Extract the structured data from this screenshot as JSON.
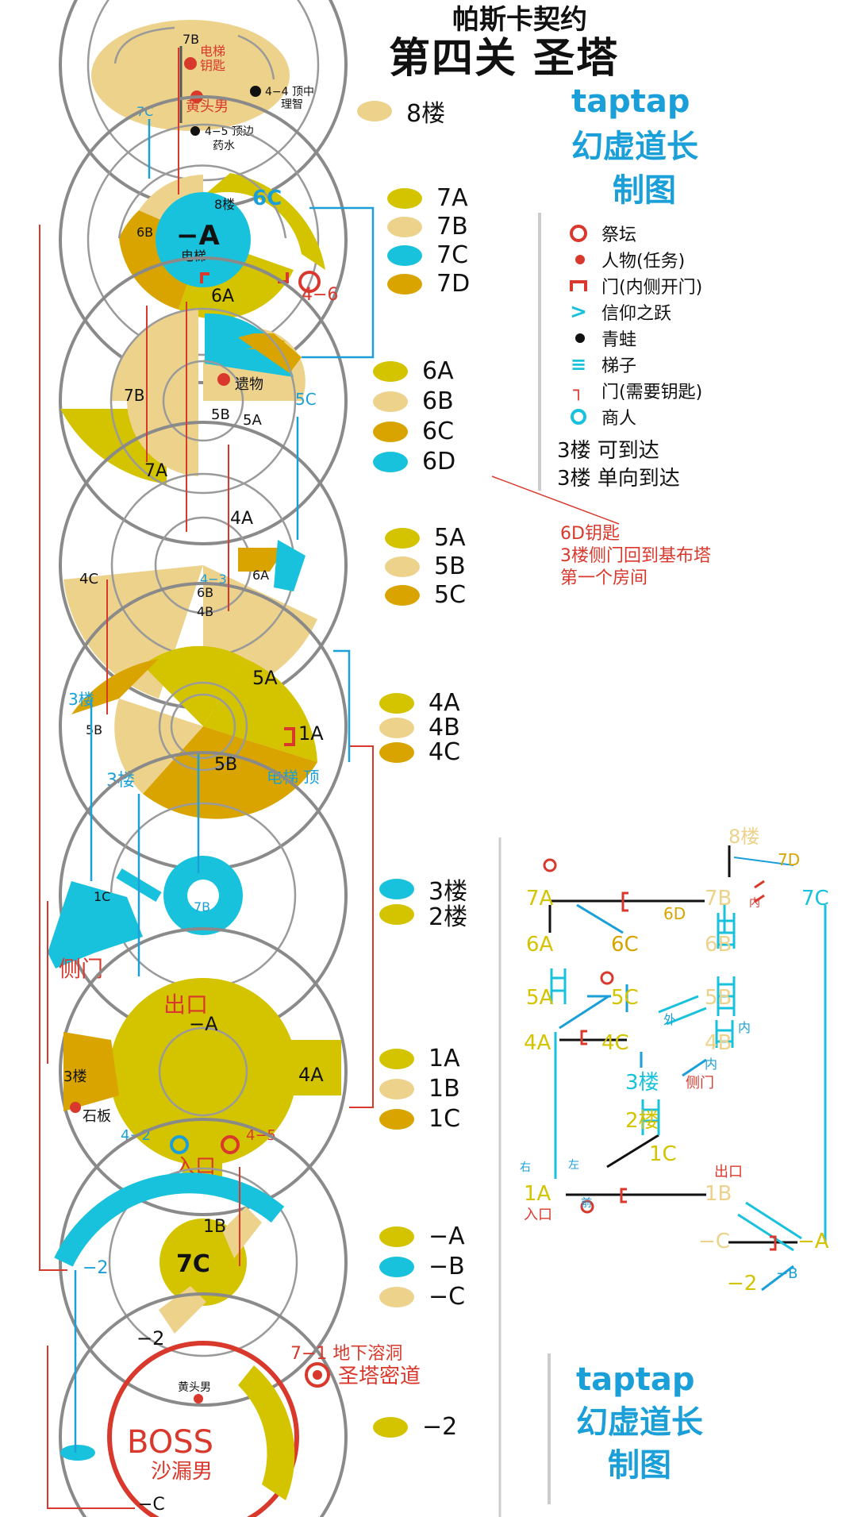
{
  "header": {
    "subtitle": "帕斯卡契约",
    "title": "第四关 圣塔",
    "credit_top": [
      "taptap",
      "幻虚道长",
      "制图"
    ],
    "credit_bottom": [
      "taptap",
      "幻虚道长",
      "制图"
    ]
  },
  "colors": {
    "yellow": "#d4c400",
    "beige": "#edd28b",
    "gold": "#d9a400",
    "cyan": "#19c2dc",
    "red": "#d9382c",
    "blue": "#1a9fd8",
    "ring": "#8a8a8a"
  },
  "legend_floors": [
    {
      "items": [
        {
          "label": "8楼",
          "color": "beige"
        }
      ]
    },
    {
      "items": [
        {
          "label": "7A",
          "color": "yellow"
        },
        {
          "label": "7B",
          "color": "beige"
        },
        {
          "label": "7C",
          "color": "cyan"
        },
        {
          "label": "7D",
          "color": "gold"
        }
      ]
    },
    {
      "items": [
        {
          "label": "6A",
          "color": "yellow"
        },
        {
          "label": "6B",
          "color": "beige"
        },
        {
          "label": "6C",
          "color": "gold"
        },
        {
          "label": "6D",
          "color": "cyan"
        }
      ]
    },
    {
      "items": [
        {
          "label": "5A",
          "color": "yellow"
        },
        {
          "label": "5B",
          "color": "beige"
        },
        {
          "label": "5C",
          "color": "gold"
        }
      ]
    },
    {
      "items": [
        {
          "label": "4A",
          "color": "yellow"
        },
        {
          "label": "4B",
          "color": "beige"
        },
        {
          "label": "4C",
          "color": "gold"
        }
      ]
    },
    {
      "items": [
        {
          "label": "3楼",
          "color": "cyan"
        },
        {
          "label": "2楼",
          "color": "yellow"
        }
      ]
    },
    {
      "items": [
        {
          "label": "1A",
          "color": "yellow"
        },
        {
          "label": "1B",
          "color": "beige"
        },
        {
          "label": "1C",
          "color": "gold"
        }
      ]
    },
    {
      "items": [
        {
          "label": "−A",
          "color": "yellow"
        },
        {
          "label": "−B",
          "color": "cyan"
        },
        {
          "label": "−C",
          "color": "beige"
        }
      ]
    },
    {
      "items": [
        {
          "label": "−2",
          "color": "yellow"
        }
      ]
    }
  ],
  "symbols": [
    {
      "icon": "altar-icon",
      "label": "祭坛"
    },
    {
      "icon": "npc-icon",
      "label": "人物(任务)"
    },
    {
      "icon": "inner-door-icon",
      "label": "门(内侧开门)"
    },
    {
      "icon": "leap-icon",
      "label": "信仰之跃"
    },
    {
      "icon": "frog-icon",
      "label": "青蛙"
    },
    {
      "icon": "ladder-icon",
      "label": "梯子"
    },
    {
      "icon": "key-door-icon",
      "label": "门(需要钥匙)"
    },
    {
      "icon": "merchant-icon",
      "label": "商人"
    }
  ],
  "reach": {
    "reachable": "3楼 可到达",
    "oneway": "3楼 单向到达"
  },
  "note_6d": [
    "6D钥匙",
    "3楼侧门回到基布塔",
    "第一个房间"
  ],
  "map_labels": {
    "f8": [
      "7B",
      "电梯",
      "钥匙",
      "黄头男",
      "4−4 顶中",
      "理智",
      "4−5 顶边",
      "药水",
      "7C"
    ],
    "f7": [
      "8楼",
      "6C",
      "6B",
      "−A",
      "电梯",
      "6A",
      "4−6"
    ],
    "f6": [
      "遗物",
      "7B",
      "5C",
      "5B",
      "5A",
      "7A"
    ],
    "f5": [
      "4A",
      "4C",
      "4−3",
      "6A",
      "6B",
      "4B"
    ],
    "f4": [
      "5A",
      "3楼",
      "5B",
      "1A",
      "5B",
      "3楼",
      "电梯 顶"
    ],
    "f3": [
      "1C",
      "7B",
      "侧门"
    ],
    "f1": [
      "出口",
      "−A",
      "3楼",
      "4A",
      "石板",
      "4−2",
      "4−5",
      "入口"
    ],
    "fm1": [
      "1B",
      "−2",
      "7C",
      "−2"
    ],
    "fm2": [
      "7−1 地下溶洞",
      "圣塔密道",
      "黄头男",
      "BOSS",
      "沙漏男",
      "−C"
    ]
  },
  "flow": {
    "nodes": [
      {
        "t": "8楼"
      },
      {
        "t": "7D"
      },
      {
        "t": "7A"
      },
      {
        "t": "7B"
      },
      {
        "t": "7C"
      },
      {
        "t": "内"
      },
      {
        "t": "6D"
      },
      {
        "t": "6A"
      },
      {
        "t": "6C"
      },
      {
        "t": "6B"
      },
      {
        "t": "5A"
      },
      {
        "t": "5C"
      },
      {
        "t": "5B"
      },
      {
        "t": "外"
      },
      {
        "t": "内"
      },
      {
        "t": "4A"
      },
      {
        "t": "4C"
      },
      {
        "t": "4B"
      },
      {
        "t": "内"
      },
      {
        "t": "3楼"
      },
      {
        "t": "侧门"
      },
      {
        "t": "2楼"
      },
      {
        "t": "1C"
      },
      {
        "t": "右"
      },
      {
        "t": "左"
      },
      {
        "t": "出口"
      },
      {
        "t": "1A"
      },
      {
        "t": "1B"
      },
      {
        "t": "入口"
      },
      {
        "t": "前"
      },
      {
        "t": "−C"
      },
      {
        "t": "−A"
      },
      {
        "t": "−B"
      },
      {
        "t": "−2"
      }
    ]
  }
}
